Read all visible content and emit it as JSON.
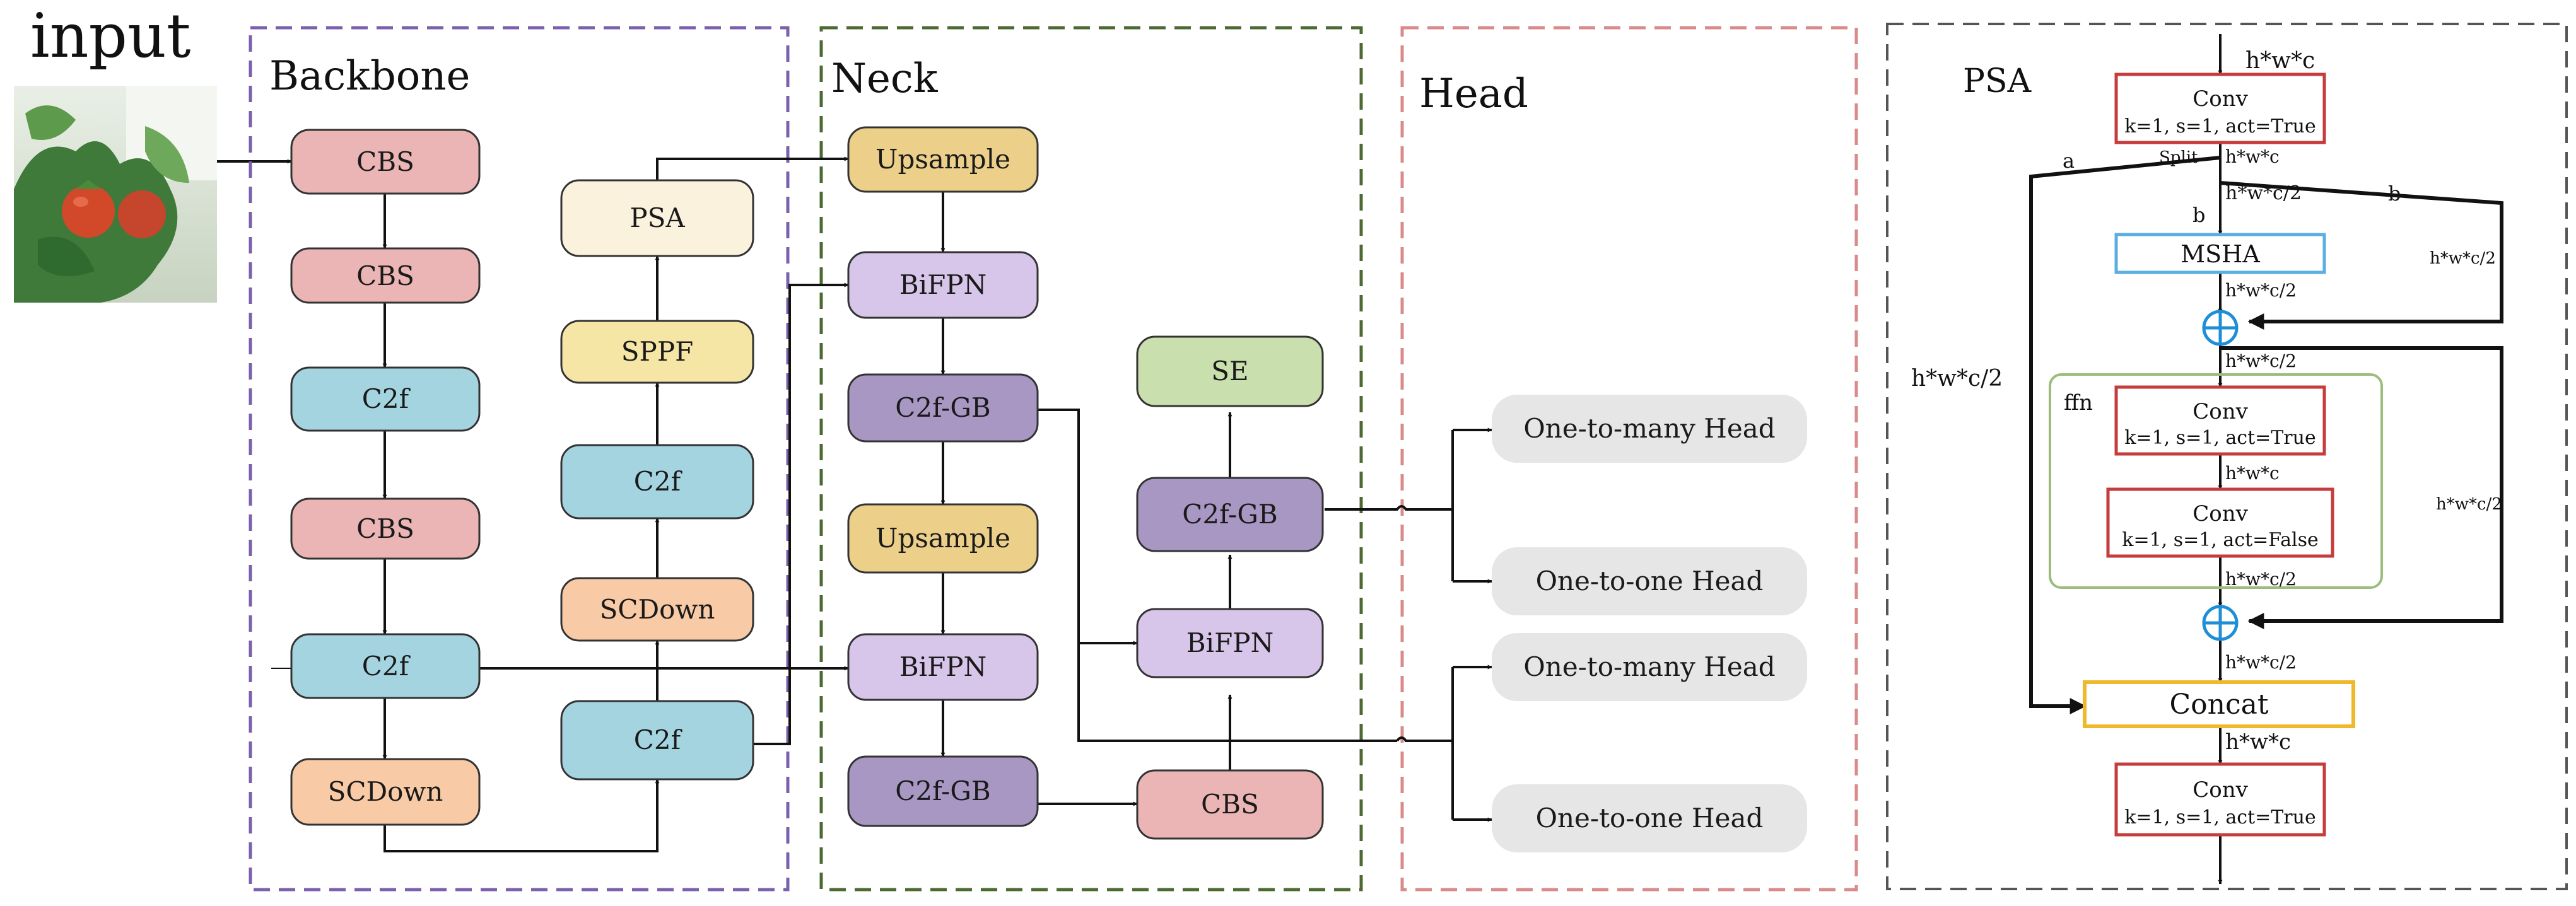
{
  "input_label": "input",
  "sections": {
    "backbone": "Backbone",
    "neck": "Neck",
    "head": "Head",
    "psa": "PSA"
  },
  "backbone": {
    "cbs1": "CBS",
    "cbs2": "CBS",
    "c2f1": "C2f",
    "cbs3": "CBS",
    "c2f2": "C2f",
    "scdown1": "SCDown",
    "c2f3": "C2f",
    "scdown2": "SCDown",
    "c2f4": "C2f",
    "sppf": "SPPF",
    "psa": "PSA"
  },
  "neck": {
    "upsample1": "Upsample",
    "bifpn1": "BiFPN",
    "c2fgb1": "C2f-GB",
    "upsample2": "Upsample",
    "bifpn2": "BiFPN",
    "c2fgb2": "C2f-GB",
    "cbs": "CBS",
    "bifpn3": "BiFPN",
    "c2fgb3": "C2f-GB",
    "se": "SE"
  },
  "head": {
    "h1": "One-to-many Head",
    "h2": "One-to-one Head",
    "h3": "One-to-many Head",
    "h4": "One-to-one Head"
  },
  "psa_detail": {
    "in_dim": "h*w*c",
    "conv1_title": "Conv",
    "conv1_params": "k=1, s=1, act=True",
    "split": "Split",
    "split_dim": "h*w*c",
    "dim_half_1": "h*w*c/2",
    "label_a": "a",
    "label_b1": "b",
    "label_b2": "b",
    "msha": "MSHA",
    "msha_out": "h*w*c/2",
    "bypass1": "h*w*c/2",
    "left_dim": "h*w*c/2",
    "after_add": "h*w*c/2",
    "ffn": "ffn",
    "conv2_title": "Conv",
    "conv2_params": "k=1, s=1, act=True",
    "conv2_out": "h*w*c",
    "conv3_title": "Conv",
    "conv3_params": "k=1, s=1, act=False",
    "conv3_out": "h*w*c/2",
    "bypass2": "h*w*c/2",
    "add2_out": "h*w*c/2",
    "concat": "Concat",
    "concat_out": "h*w*c",
    "conv4_title": "Conv",
    "conv4_params": "k=1, s=1, act=True"
  },
  "colors": {
    "cbs": "#ebb5b5",
    "c2f": "#a5d4e1",
    "scdown": "#f8cba6",
    "sppf": "#f6e6a6",
    "psa": "#fbf2de",
    "upsample": "#ecd08a",
    "bifpn": "#d7c6ea",
    "c2fgb": "#a897c3",
    "se": "#c9dfad",
    "head": "#e6e6e6",
    "backbone_border": "#7b60ad",
    "neck_border": "#4d6a33",
    "head_border": "#d98a8a",
    "psa_border": "#555555",
    "conv_border": "#c63b3b",
    "msha_border": "#5aaee0",
    "concat_border": "#f0b92c",
    "add_color": "#1e8fd6",
    "ffn_border": "#9bbd7c"
  }
}
